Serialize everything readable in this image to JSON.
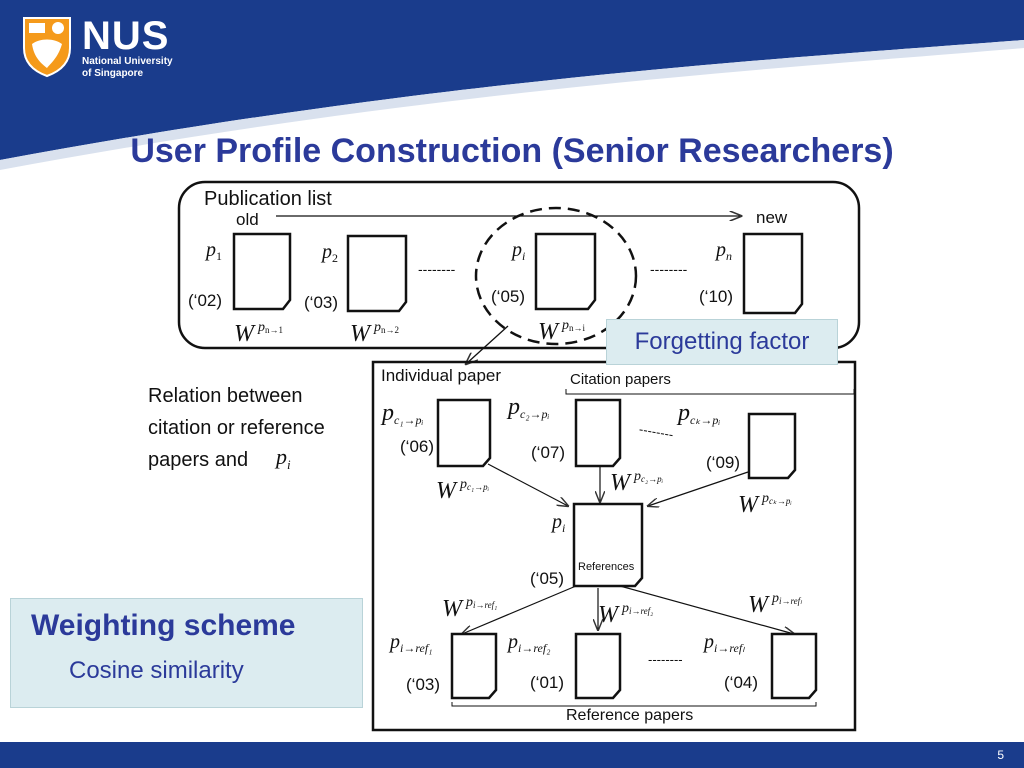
{
  "logo": {
    "name": "NUS",
    "line1": "National University",
    "line2": "of Singapore",
    "icon": "nus-crest-icon"
  },
  "title": "User Profile Construction (Senior Researchers)",
  "colors": {
    "header_blue": "#1a3c8c",
    "title_blue": "#2b3a9a",
    "callout_bg": "#dcecf0",
    "footer_blue": "#1a3c8c"
  },
  "forgetting_factor": "Forgetting factor",
  "weighting": {
    "title": "Weighting scheme",
    "item": "Cosine similarity"
  },
  "page_number": "5",
  "diagram": {
    "publication": {
      "heading": "Publication list",
      "old": "old",
      "new": "new",
      "dashes": "--------",
      "papers": [
        {
          "label": "p",
          "sub": "1",
          "year": "(‘02)",
          "weight": "W",
          "weight_sup": "p",
          "weight_sup_sub": "n→1"
        },
        {
          "label": "p",
          "sub": "2",
          "year": "(‘03)",
          "weight": "W",
          "weight_sup": "p",
          "weight_sup_sub": "n→2"
        },
        {
          "label": "p",
          "sub": "i",
          "year": "(‘05)",
          "weight": "W",
          "weight_sup": "p",
          "weight_sup_sub": "n→i"
        },
        {
          "label": "p",
          "sub": "n",
          "year": "(‘10)"
        }
      ]
    },
    "relation_text": {
      "line1": "Relation between",
      "line2": "citation or reference",
      "line3": "papers and",
      "p": "p",
      "sub": "i"
    },
    "individual": {
      "heading": "Individual paper",
      "citation_heading": "Citation papers",
      "reference_heading": "Reference papers",
      "references_label": "References",
      "center_paper": {
        "label": "p",
        "sub": "i",
        "year": "(‘05)"
      },
      "citations": [
        {
          "label": "p",
          "sub": "c₁→pᵢ",
          "year": "(‘06)",
          "weight": "W",
          "weight_sup": "p",
          "weight_sup_sub": "c₁→pᵢ"
        },
        {
          "label": "p",
          "sub": "c₂→pᵢ",
          "year": "(‘07)",
          "weight": "W",
          "weight_sup": "p",
          "weight_sup_sub": "c₂→pᵢ"
        },
        {
          "label": "p",
          "sub": "cₖ→pᵢ",
          "year": "(‘09)",
          "weight": "W",
          "weight_sup": "p",
          "weight_sup_sub": "cₖ→pᵢ"
        }
      ],
      "references": [
        {
          "label": "p",
          "sub": "i→ref₁",
          "year": "(‘03)",
          "weight": "W",
          "weight_sup": "p",
          "weight_sup_sub": "i→ref₁"
        },
        {
          "label": "p",
          "sub": "i→ref₂",
          "year": "(‘01)",
          "weight": "W",
          "weight_sup": "p",
          "weight_sup_sub": "i→ref₂"
        },
        {
          "label": "p",
          "sub": "i→refₗ",
          "year": "(‘04)",
          "weight": "W",
          "weight_sup": "p",
          "weight_sup_sub": "i→refₗ"
        }
      ],
      "dashes": "--------"
    }
  }
}
